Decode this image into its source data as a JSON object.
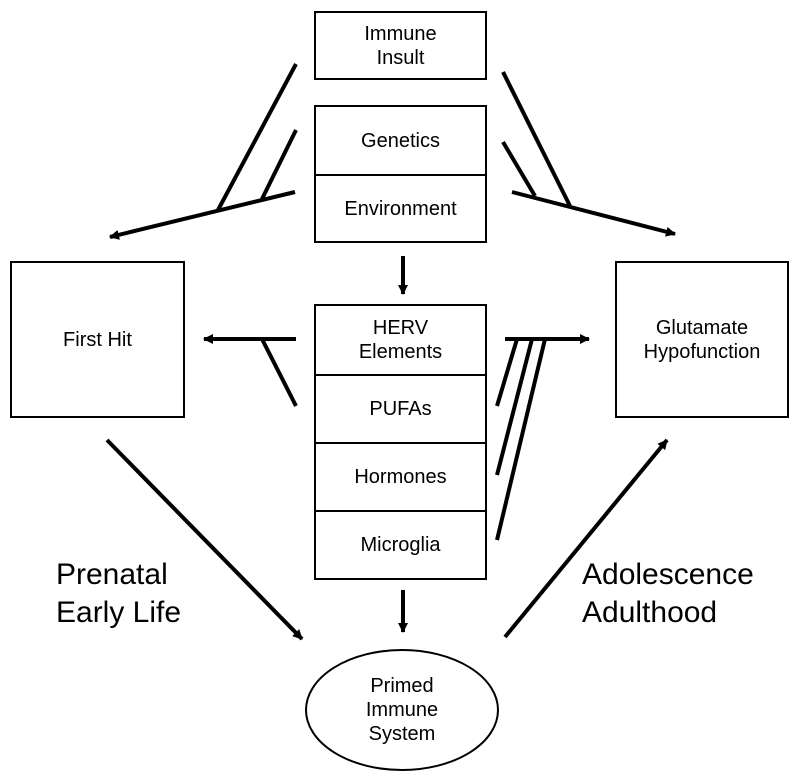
{
  "nodes": {
    "immune_insult": "Immune\nInsult",
    "genetics": "Genetics",
    "environment": "Environment",
    "first_hit": "First Hit",
    "herv": "HERV\nElements",
    "pufas": "PUFAs",
    "hormones": "Hormones",
    "microglia": "Microglia",
    "glutamate": "Glutamate\nHypofunction",
    "primed": "Primed\nImmune\nSystem"
  },
  "labels": {
    "prenatal": "Prenatal\nEarly Life",
    "adolescence": "Adolescence\nAdulthood"
  },
  "colors": {
    "stroke": "#000000",
    "background": "#ffffff"
  }
}
